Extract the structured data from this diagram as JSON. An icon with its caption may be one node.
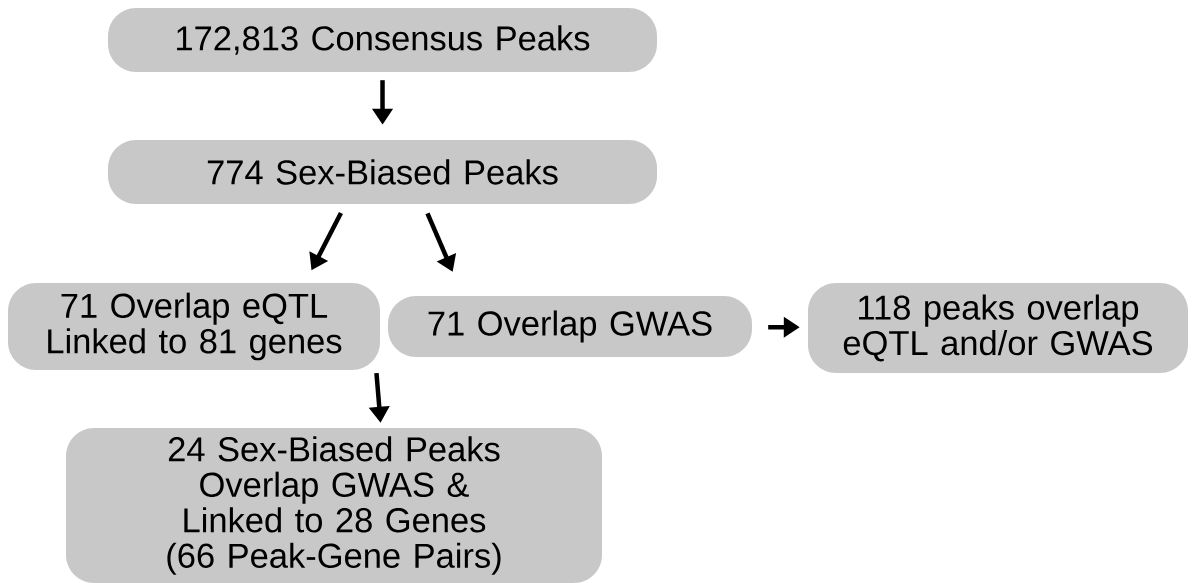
{
  "diagram": {
    "nodes": [
      {
        "text": [
          "172,813 Consensus Peaks"
        ]
      },
      {
        "text": [
          "774 Sex-Biased Peaks"
        ]
      },
      {
        "text": [
          "71 Overlap eQTL Linked to 81 genes"
        ]
      },
      {
        "text": [
          "71 Overlap GWAS"
        ]
      },
      {
        "text": [
          "118 peaks overlap eQTL and/or GWAS"
        ]
      },
      {
        "text": [
          "24 Sex-Biased Peaks Overlap GWAS &",
          "Linked to 28 Genes (66 Peak-Gene Pairs)"
        ]
      }
    ],
    "edges": [
      {
        "from": 0,
        "to": 1,
        "arrow": "to"
      },
      {
        "from": 1,
        "to": 2,
        "arrow": "to"
      },
      {
        "from": 1,
        "to": 3,
        "arrow": "to"
      },
      {
        "from": 3,
        "to": 4,
        "arrow": "to"
      },
      {
        "from": 2,
        "to": 5,
        "arrow": "to"
      }
    ]
  }
}
